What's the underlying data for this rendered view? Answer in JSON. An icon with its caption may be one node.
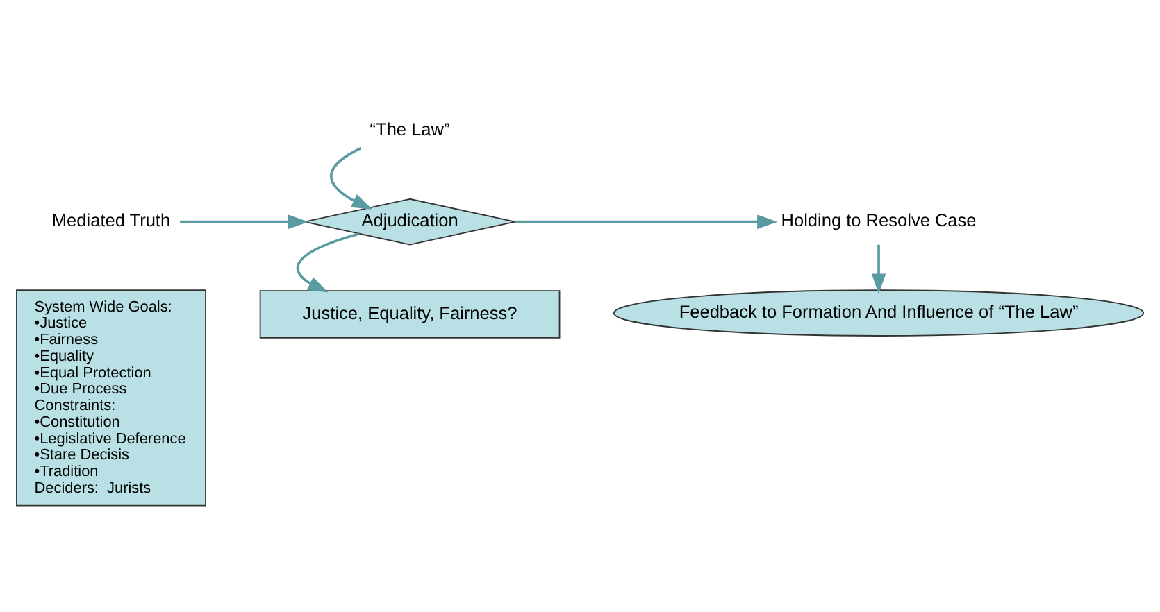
{
  "diagram": {
    "nodes": [
      {
        "text": [
          "Justice, Equality, Fairness?"
        ]
      },
      {
        "text": [
          "Mediated Truth"
        ]
      },
      {
        "text": [
          "Adjudication"
        ]
      },
      {
        "text": [
          "Holding to Resolve Case"
        ]
      },
      {
        "text": [
          "Feedback to Formation And Influence of “The Law”"
        ]
      },
      {
        "text": [
          "“The Law”"
        ]
      },
      {
        "text": [
          "System Wide Goals:",
          "•Justice",
          "•Fairness",
          "•Equality",
          "•Equal Protection",
          "•Due Process",
          "Constraints:",
          "•Constitution",
          "•Legislative Deference",
          "•Stare Decisis",
          "•Tradition",
          "Deciders:  Jurists"
        ]
      }
    ],
    "edges": [
      {
        "from": 1,
        "to": 2,
        "arrow": "to"
      },
      {
        "from": 2,
        "to": 0,
        "arrow": "to"
      },
      {
        "from": 2,
        "to": 3,
        "arrow": "to"
      },
      {
        "from": 3,
        "to": 4,
        "arrow": "to"
      },
      {
        "from": 5,
        "to": 2,
        "arrow": "to"
      }
    ]
  }
}
